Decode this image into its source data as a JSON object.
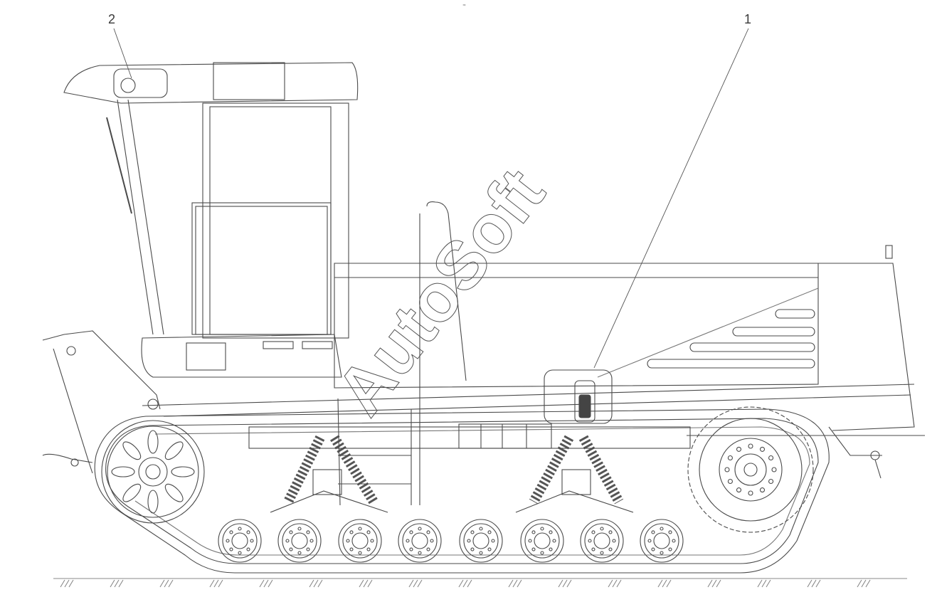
{
  "diagram": {
    "callouts": [
      {
        "id": "1",
        "label": "1"
      },
      {
        "id": "2",
        "label": "2"
      }
    ],
    "watermark": {
      "text": "AutoSoft"
    },
    "top_mark": "≈"
  }
}
